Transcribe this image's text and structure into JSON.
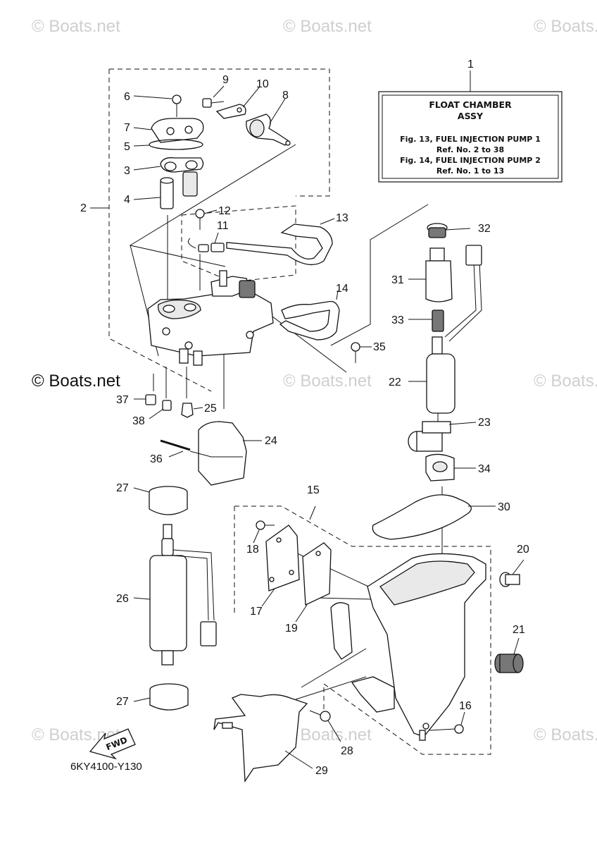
{
  "watermarks": {
    "brand": "© Boats.net"
  },
  "info_box": {
    "ref_number": "1",
    "title_line1": "FLOAT CHAMBER",
    "title_line2": "ASSY",
    "fig13": "Fig. 13, FUEL INJECTION PUMP 1",
    "fig13_ref": "Ref. No. 2 to 38",
    "fig14": "Fig. 14, FUEL INJECTION PUMP 2",
    "fig14_ref": "Ref. No. 1 to 13"
  },
  "callouts": {
    "c2": "2",
    "c3": "3",
    "c4": "4",
    "c5": "5",
    "c6": "6",
    "c7": "7",
    "c8": "8",
    "c9": "9",
    "c10": "10",
    "c11": "11",
    "c12": "12",
    "c13": "13",
    "c14": "14",
    "c15": "15",
    "c16": "16",
    "c17": "17",
    "c18": "18",
    "c19": "19",
    "c20": "20",
    "c21": "21",
    "c22": "22",
    "c23": "23",
    "c24": "24",
    "c25": "25",
    "c26": "26",
    "c27a": "27",
    "c27b": "27",
    "c28": "28",
    "c29": "29",
    "c30": "30",
    "c31": "31",
    "c32": "32",
    "c33": "33",
    "c34": "34",
    "c35": "35",
    "c36": "36",
    "c37": "37",
    "c38": "38"
  },
  "fwd_label": "FWD",
  "diagram_code": "6KY4100-Y130"
}
